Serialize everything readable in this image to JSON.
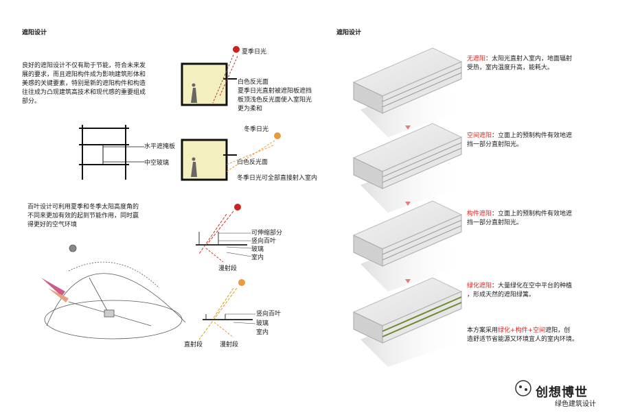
{
  "left": {
    "title": "遮阳设计",
    "intro": [
      "良好的遮阳设计不仅有助于节能，符合未来发",
      "展的要求，而且遮阳构件成为影响建筑形体和",
      "美感的关键要素，特别是新的遮阳构件和构造",
      "往往成为凸现建筑高技术和现代感的重要组成",
      "部分。"
    ],
    "summer": {
      "sun": "夏季日光",
      "reflect": "白色反光面",
      "desc": [
        "夏季日光直射被遮阳板遮挡",
        "板顶浅色反光面使入室阳光",
        "更为柔和"
      ]
    },
    "winter": {
      "sun": "冬季日光",
      "reflect": "白色反光面",
      "desc": "冬季日光可全部直接射入室内"
    },
    "section": {
      "shade": "水平遮掩板",
      "glass": "中空玻璃"
    },
    "louver_intro": [
      "百叶设计可利用夏季和冬季太阳高度角的",
      "不同来更加有效的起到节能作用，同时赢",
      "得更好的空气环境"
    ],
    "louver1": {
      "retract": "可伸缩部分",
      "louver": "竖向百叶",
      "glass": "玻璃",
      "indoor": "室内",
      "diffuse": "漫射段"
    },
    "louver2": {
      "louver": "竖向百叶",
      "glass": "玻璃",
      "indoor": "室内",
      "direct": "直射段",
      "diffuse": "漫射段"
    }
  },
  "right": {
    "title": "遮阳设计",
    "items": [
      {
        "key": "无遮阳",
        "lines": [
          "：太阳光直射入室内，地面辐射",
          "受热，室内温度升高，能耗大。"
        ]
      },
      {
        "key": "空间遮阳",
        "lines": [
          "：立面上的预制构件有效地遮",
          "挡一部分直射阳光。"
        ]
      },
      {
        "key": "构件遮阳",
        "lines": [
          "：立面上的预制构件有效地遮",
          "挡一部分直射阳光。"
        ]
      },
      {
        "key": "绿化遮阳",
        "lines": [
          "：大量绿化在空中平台的种植",
          "，形成天然的遮阳绿篱。"
        ]
      }
    ],
    "summary": {
      "pre": "本方案采用",
      "a": "绿化",
      "p1": "+",
      "b": "构件",
      "p2": "+",
      "c": "空间",
      "post": "遮阳，创",
      "line2": "造舒适节省能源又环境宜人的室内环境。"
    }
  },
  "footer": {
    "brand": "创想博世",
    "sub": "绿色建筑设计"
  },
  "colors": {
    "accent": "#e02020",
    "sun_summer": "#cc2222",
    "sun_winter": "#e89a3c",
    "room": "#f3efbf"
  }
}
